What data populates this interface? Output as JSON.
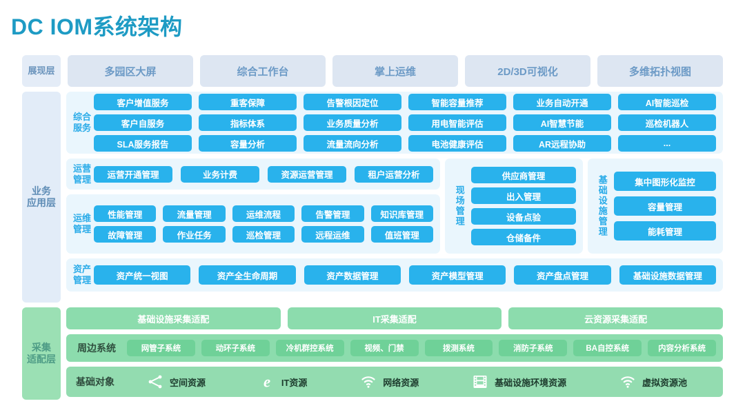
{
  "title": "DC IOM系统架构",
  "colors": {
    "accent_blue": "#29B2EC",
    "title_blue": "#1E9BC4",
    "panel_bg": "#EAF6FD",
    "layer_blue_bg": "#E2ECF8",
    "layer_green_bg": "#9BE0B4",
    "green_chip": "#8CDCAD",
    "pres_chip": "#DDE6F2"
  },
  "presentation": {
    "layer_label": "展现层",
    "chips": [
      "多园区大屏",
      "综合工作台",
      "掌上运维",
      "2D/3D可视化",
      "多维拓扑视图"
    ]
  },
  "business": {
    "layer_label": "业务\n应用层",
    "services": {
      "title": "综合\n服务",
      "items": [
        "客户增值服务",
        "重客保障",
        "告警根因定位",
        "智能容量推荐",
        "业务自动开通",
        "AI智能巡检",
        "客户自服务",
        "指标体系",
        "业务质量分析",
        "用电智能评估",
        "AI智慧节能",
        "巡检机器人",
        "SLA服务报告",
        "容量分析",
        "流量流向分析",
        "电池健康评估",
        "AR远程协助",
        "..."
      ]
    },
    "operations": {
      "title": "运营\n管理",
      "items": [
        "运营开通管理",
        "业务计费",
        "资源运营管理",
        "租户运营分析"
      ]
    },
    "maintenance": {
      "title": "运维\n管理",
      "items": [
        "性能管理",
        "流量管理",
        "运维流程",
        "告警管理",
        "知识库管理",
        "故障管理",
        "作业任务",
        "巡检管理",
        "远程运维",
        "值班管理"
      ]
    },
    "site": {
      "title": "现场管理",
      "items": [
        "供应商管理",
        "出入管理",
        "设备点验",
        "仓储备件"
      ]
    },
    "infrastructure": {
      "title": "基础设施管理",
      "items": [
        "集中图形化监控",
        "容量管理",
        "能耗管理"
      ]
    },
    "asset": {
      "title": "资产\n管理",
      "items": [
        "资产统一视图",
        "资产全生命周期",
        "资产数据管理",
        "资产模型管理",
        "资产盘点管理",
        "基础设施数据管理"
      ]
    }
  },
  "collection": {
    "layer_label": "采集\n适配层",
    "adapters": [
      "基础设施采集适配",
      "IT采集适配",
      "云资源采集适配"
    ],
    "peripheral": {
      "title": "周边系统",
      "items": [
        "网管子系统",
        "动环子系统",
        "冷机群控系统",
        "视频、门禁",
        "拨测系统",
        "消防子系统",
        "BA自控系统",
        "内容分析系统"
      ]
    },
    "base_objects": {
      "title": "基础对象",
      "items": [
        {
          "label": "空间资源",
          "icon": "share-nodes-icon"
        },
        {
          "label": "IT资源",
          "icon": "internet-explorer-icon"
        },
        {
          "label": "网络资源",
          "icon": "wifi-icon"
        },
        {
          "label": "基础设施环境资源",
          "icon": "film-strip-icon"
        },
        {
          "label": "虚拟资源池",
          "icon": "wifi-icon"
        }
      ]
    }
  }
}
